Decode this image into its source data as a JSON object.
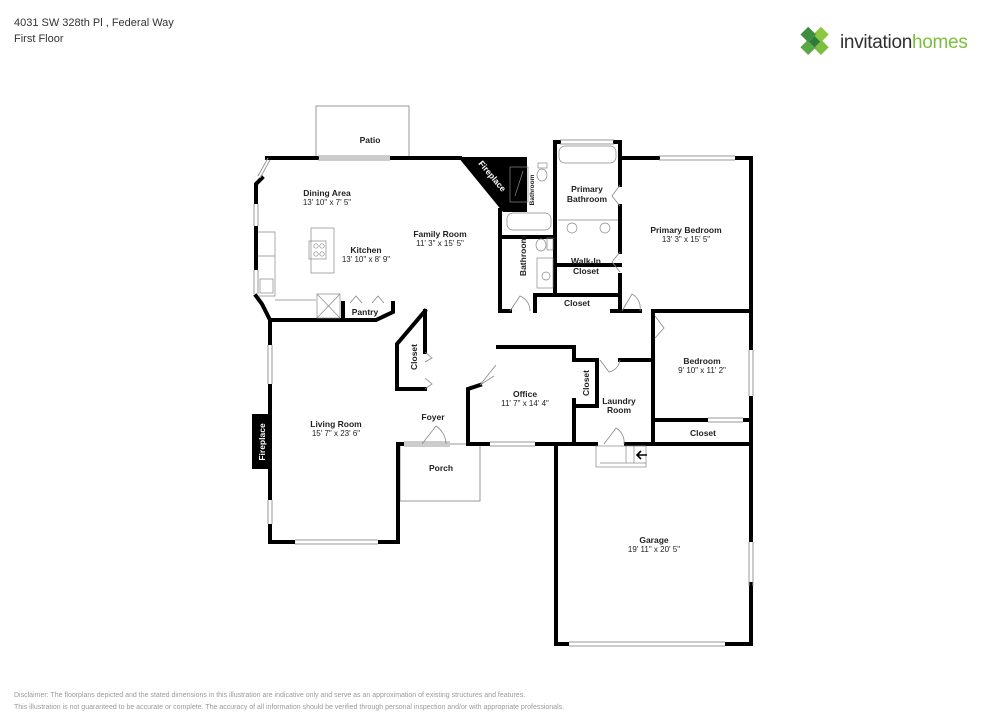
{
  "header": {
    "address": "4031 SW 328th Pl , Federal Way",
    "floor": "First Floor"
  },
  "brand": {
    "name_part1": "invitation",
    "name_part2": "homes",
    "colors": {
      "dark_green": "#3d8f3f",
      "light_green": "#8dc63f",
      "text_dark": "#2f2f2f",
      "text_green": "#7bbf3f"
    }
  },
  "rooms": {
    "patio": {
      "label": "Patio"
    },
    "dining": {
      "label": "Dining Area",
      "dims": "13' 10\" x 7' 5\""
    },
    "kitchen": {
      "label": "Kitchen",
      "dims": "13' 10\" x 8' 9\""
    },
    "family": {
      "label": "Family Room",
      "dims": "11' 3\" x 15' 5\""
    },
    "fireplace_top": {
      "label": "Fireplace"
    },
    "bathroom_small": {
      "label": "Bathroom"
    },
    "primary_bath": {
      "label1": "Primary",
      "label2": "Bathroom"
    },
    "primary_bed": {
      "label": "Primary Bedroom",
      "dims": "13' 3\" x 15' 5\""
    },
    "bathroom": {
      "label": "Bathroom"
    },
    "walkin": {
      "label1": "Walk-In",
      "label2": "Closet"
    },
    "closet_hall": {
      "label": "Closet"
    },
    "pantry": {
      "label": "Pantry"
    },
    "closet_living": {
      "label": "Closet"
    },
    "living": {
      "label": "Living Room",
      "dims": "15' 7\" x 23' 6\""
    },
    "fireplace_left": {
      "label": "Fireplace"
    },
    "foyer": {
      "label": "Foyer"
    },
    "porch": {
      "label": "Porch"
    },
    "office": {
      "label": "Office",
      "dims": "11' 7\" x 14' 4\""
    },
    "closet_office": {
      "label": "Closet"
    },
    "laundry": {
      "label1": "Laundry",
      "label2": "Room"
    },
    "bedroom": {
      "label": "Bedroom",
      "dims": "9' 10\" x 11' 2\""
    },
    "closet_bedroom": {
      "label": "Closet"
    },
    "garage": {
      "label": "Garage",
      "dims": "19' 11\" x 20' 5\""
    }
  },
  "icons": {
    "stairs_arrow": "arrow-left-icon"
  },
  "disclaimer": {
    "line1": "Disclaimer: The floorplans depicted and the stated dimensions in this illustration are indicative only and serve as an approximation of existing structures and features.",
    "line2": "This illustration is not guaranteed to be accurate or complete. The accuracy of all information should be verified through personal inspection and/or with appropriate professionals."
  }
}
